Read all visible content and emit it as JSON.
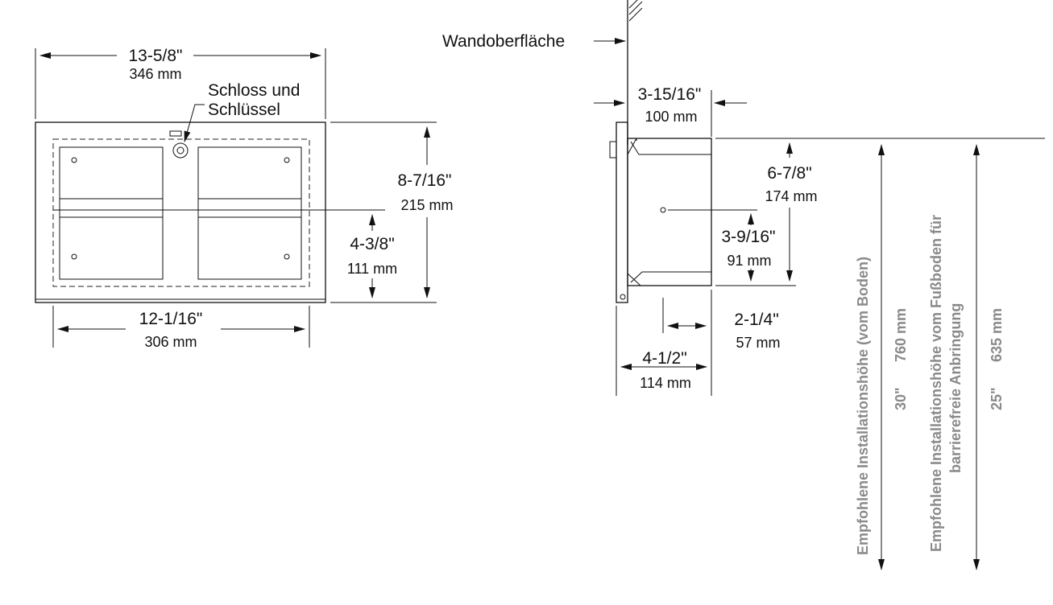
{
  "front_view": {
    "overall_width_in": "13-5/8\"",
    "overall_width_mm": "346 mm",
    "lock_label_line1": "Schloss und",
    "lock_label_line2": "Schlüssel",
    "overall_height_in": "8-7/16\"",
    "overall_height_mm": "215 mm",
    "center_height_in": "4-3/8\"",
    "center_height_mm": "111 mm",
    "inner_width_in": "12-1/16\"",
    "inner_width_mm": "306 mm"
  },
  "side_view": {
    "wall_label": "Wandoberfläche",
    "depth_in": "3-15/16\"",
    "depth_mm": "100 mm",
    "top_offset_in": "6-7/8\"",
    "top_offset_mm": "174 mm",
    "center_offset_in": "3-9/16\"",
    "center_offset_mm": "91 mm",
    "center_depth_in": "2-1/4\"",
    "center_depth_mm": "57 mm",
    "total_depth_in": "4-1/2\"",
    "total_depth_mm": "114 mm"
  },
  "installation": {
    "floor_height_label": "Empfohlene Installationshöhe (vom Boden)",
    "floor_height_in": "30\"",
    "floor_height_mm": "760 mm",
    "accessible_label_line1": "Empfohlene Installationshöhe vom Fußboden für",
    "accessible_label_line2": "barrierefreie Anbringung",
    "accessible_height_in": "25\"",
    "accessible_height_mm": "635 mm"
  },
  "colors": {
    "line": "#111111",
    "annotation_gray": "#8a8a8a",
    "background": "#ffffff"
  }
}
